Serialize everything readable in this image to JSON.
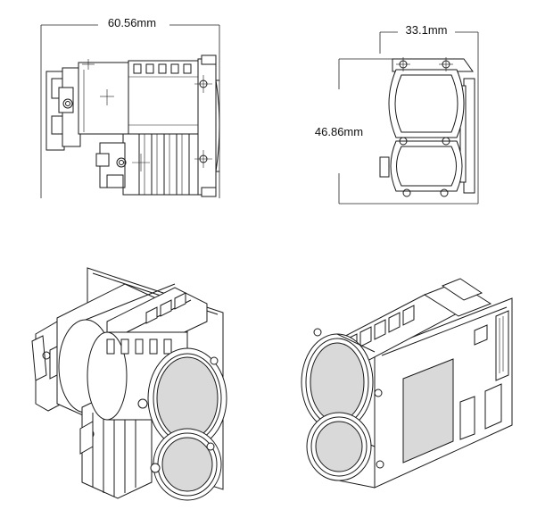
{
  "dimensions": {
    "length": "60.56mm",
    "width": "33.1mm",
    "height": "46.86mm"
  },
  "colors": {
    "line": "#1a1a1a",
    "background": "#ffffff",
    "fill": "#d9d9d9"
  }
}
